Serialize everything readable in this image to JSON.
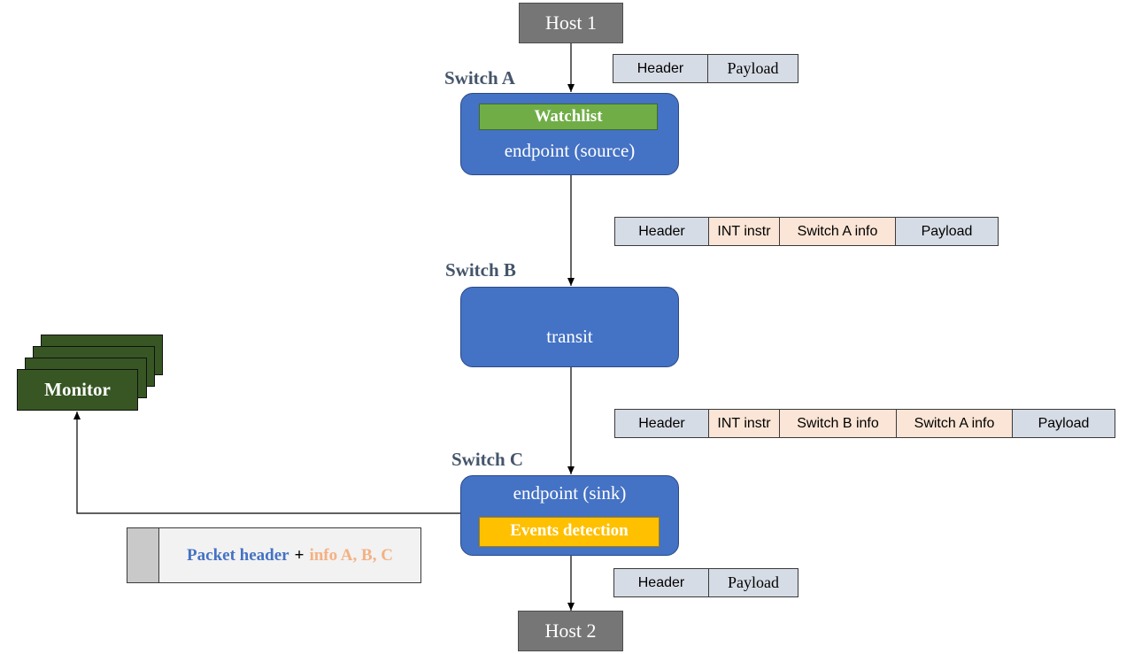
{
  "hosts": {
    "top": "Host 1",
    "bottom": "Host 2"
  },
  "switches": {
    "a": {
      "name": "Switch A",
      "role": "endpoint (source)",
      "module": "Watchlist"
    },
    "b": {
      "name": "Switch B",
      "role": "transit"
    },
    "c": {
      "name": "Switch C",
      "role": "endpoint (sink)",
      "module": "Events detection"
    }
  },
  "packets": {
    "p1": [
      "Header",
      "Payload"
    ],
    "p2": [
      "Header",
      "INT instr",
      "Switch A info",
      "Payload"
    ],
    "p3": [
      "Header",
      "INT instr",
      "Switch B info",
      "Switch A info",
      "Payload"
    ],
    "p4": [
      "Header",
      "Payload"
    ]
  },
  "monitor": {
    "label": "Monitor"
  },
  "report": {
    "part1": "Packet header",
    "plus": "+",
    "part2": "info A, B, C"
  },
  "colors": {
    "switch_fill": "#4472c4",
    "watchlist_fill": "#70ad47",
    "events_fill": "#ffc000",
    "monitor_fill": "#375623",
    "host_fill": "#767676",
    "header_cell": "#d6dce5",
    "int_cell": "#fbe5d6",
    "report_blue": "#4472c4",
    "report_orange": "#f4b183"
  }
}
